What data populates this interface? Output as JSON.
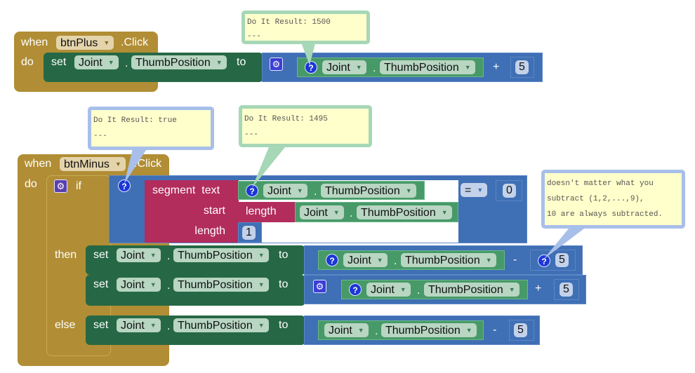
{
  "common": {
    "set": "set",
    "to": "to",
    "component": "Joint",
    "property": "ThumbPosition",
    "dot": ".",
    "help": "?",
    "dropdown": "▼",
    "gear": "⚙"
  },
  "event_plus": {
    "when": "when",
    "component": "btnPlus",
    "event": ".Click",
    "do": "do"
  },
  "event_minus": {
    "when": "when",
    "component": "btnMinus",
    "event": ".Click",
    "do": "do"
  },
  "plus_block": {
    "op": "+",
    "value": "5"
  },
  "if_block": {
    "if": "if",
    "then": "then",
    "else": "else"
  },
  "segment": {
    "label": "segment  text",
    "start": "start",
    "length": "length"
  },
  "length_block": {
    "label": "length"
  },
  "segment_length_value": "1",
  "compare": {
    "op": "=",
    "value": "0"
  },
  "then_set1": {
    "op": "-",
    "value": "5"
  },
  "then_set2": {
    "op": "+",
    "value": "5"
  },
  "else_set": {
    "op": "-",
    "value": "5"
  },
  "comments": [
    {
      "lines": [
        "Do It Result: 1500",
        "---"
      ]
    },
    {
      "lines": [
        "Do It Result: true",
        "---"
      ]
    },
    {
      "lines": [
        "Do It Result: 1495",
        "---"
      ]
    },
    {
      "lines": [
        "doesn't matter what you",
        "subtract (1,2,...,9),",
        "10 are always subtracted."
      ]
    }
  ],
  "colors": {
    "event": "#b18e35",
    "setter": "#266845",
    "math": "#3f6fb4",
    "getter": "#479a68",
    "text": "#b22c5c",
    "comment": "#ffffcc"
  }
}
